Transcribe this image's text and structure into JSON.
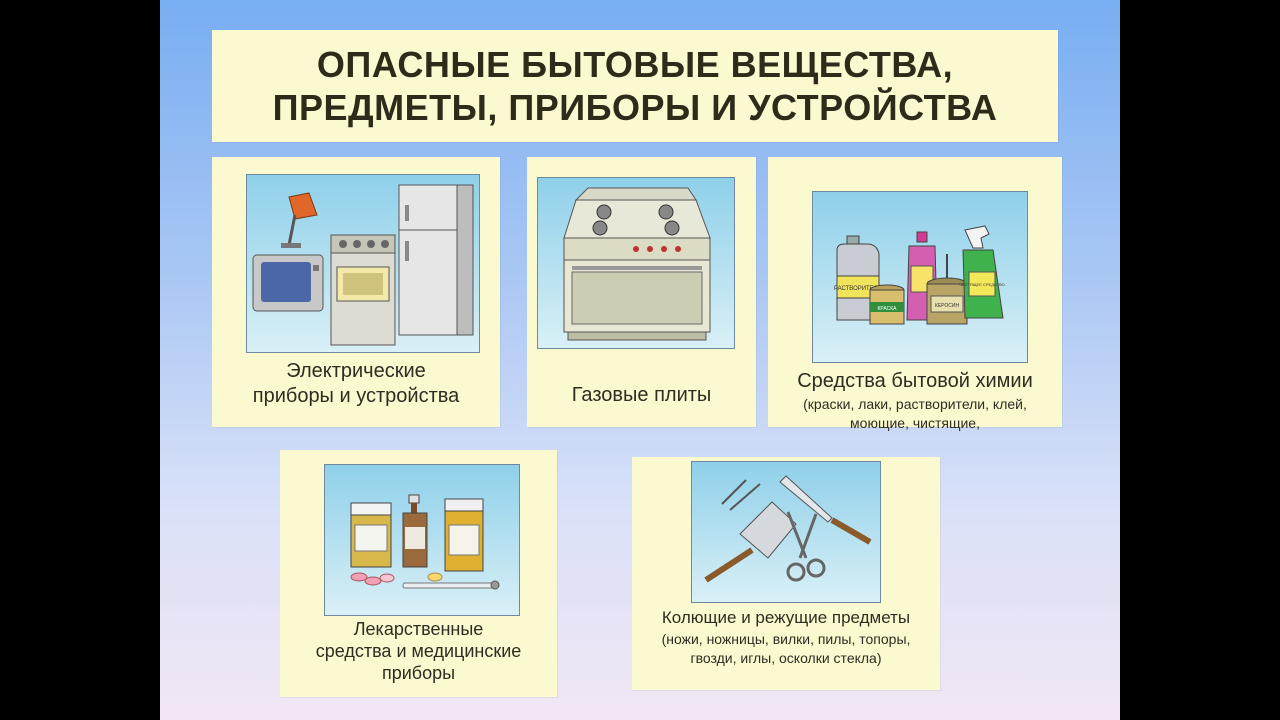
{
  "title": {
    "line1": "ОПАСНЫЕ БЫТОВЫЕ ВЕЩЕСТВА,",
    "line2": "ПРЕДМЕТЫ, ПРИБОРЫ И УСТРОЙСТВА"
  },
  "cards": {
    "electric": {
      "line1": "Электрические",
      "line2": "приборы и устройства"
    },
    "gas": {
      "line1": "Газовые плиты"
    },
    "chemicals": {
      "line1": "Средства бытовой химии",
      "sub1": "(краски, лаки, растворители, клей,",
      "sub2": "моющие, чистящие,",
      "label_solvent": "РАСТВОРИТЕЛИ",
      "label_paint": "КРАСКА",
      "label_kerosene": "КЕРОСИН",
      "label_cleaner": "ЧИСТЯЩЕЕ СРЕДСТВО"
    },
    "medicine": {
      "line1": "Лекарственные",
      "line2": "средства и медицинские",
      "line3": "приборы"
    },
    "sharp": {
      "line1": "Колющие и режущие предметы",
      "sub1": "(ножи, ножницы, вилки, пилы, топоры,",
      "sub2": "гвозди, иглы, осколки стекла)"
    }
  },
  "colors": {
    "panel": "#fbf9cf",
    "picture_bg": "#a7dcef",
    "title_text": "#2e2b1a"
  }
}
